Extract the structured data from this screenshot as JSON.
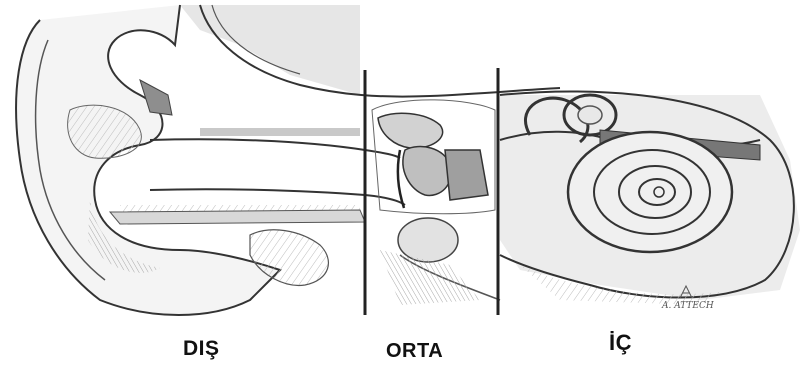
{
  "diagram": {
    "sections": [
      {
        "id": "outer",
        "label": "DIŞ"
      },
      {
        "id": "middle",
        "label": "ORTA"
      },
      {
        "id": "inner",
        "label": "İÇ"
      }
    ],
    "signature": "A. ATTECH"
  },
  "colors": {
    "ink": "#333333",
    "shade": "#cfcfcf",
    "shade_dark": "#9a9a9a",
    "background": "#ffffff"
  }
}
